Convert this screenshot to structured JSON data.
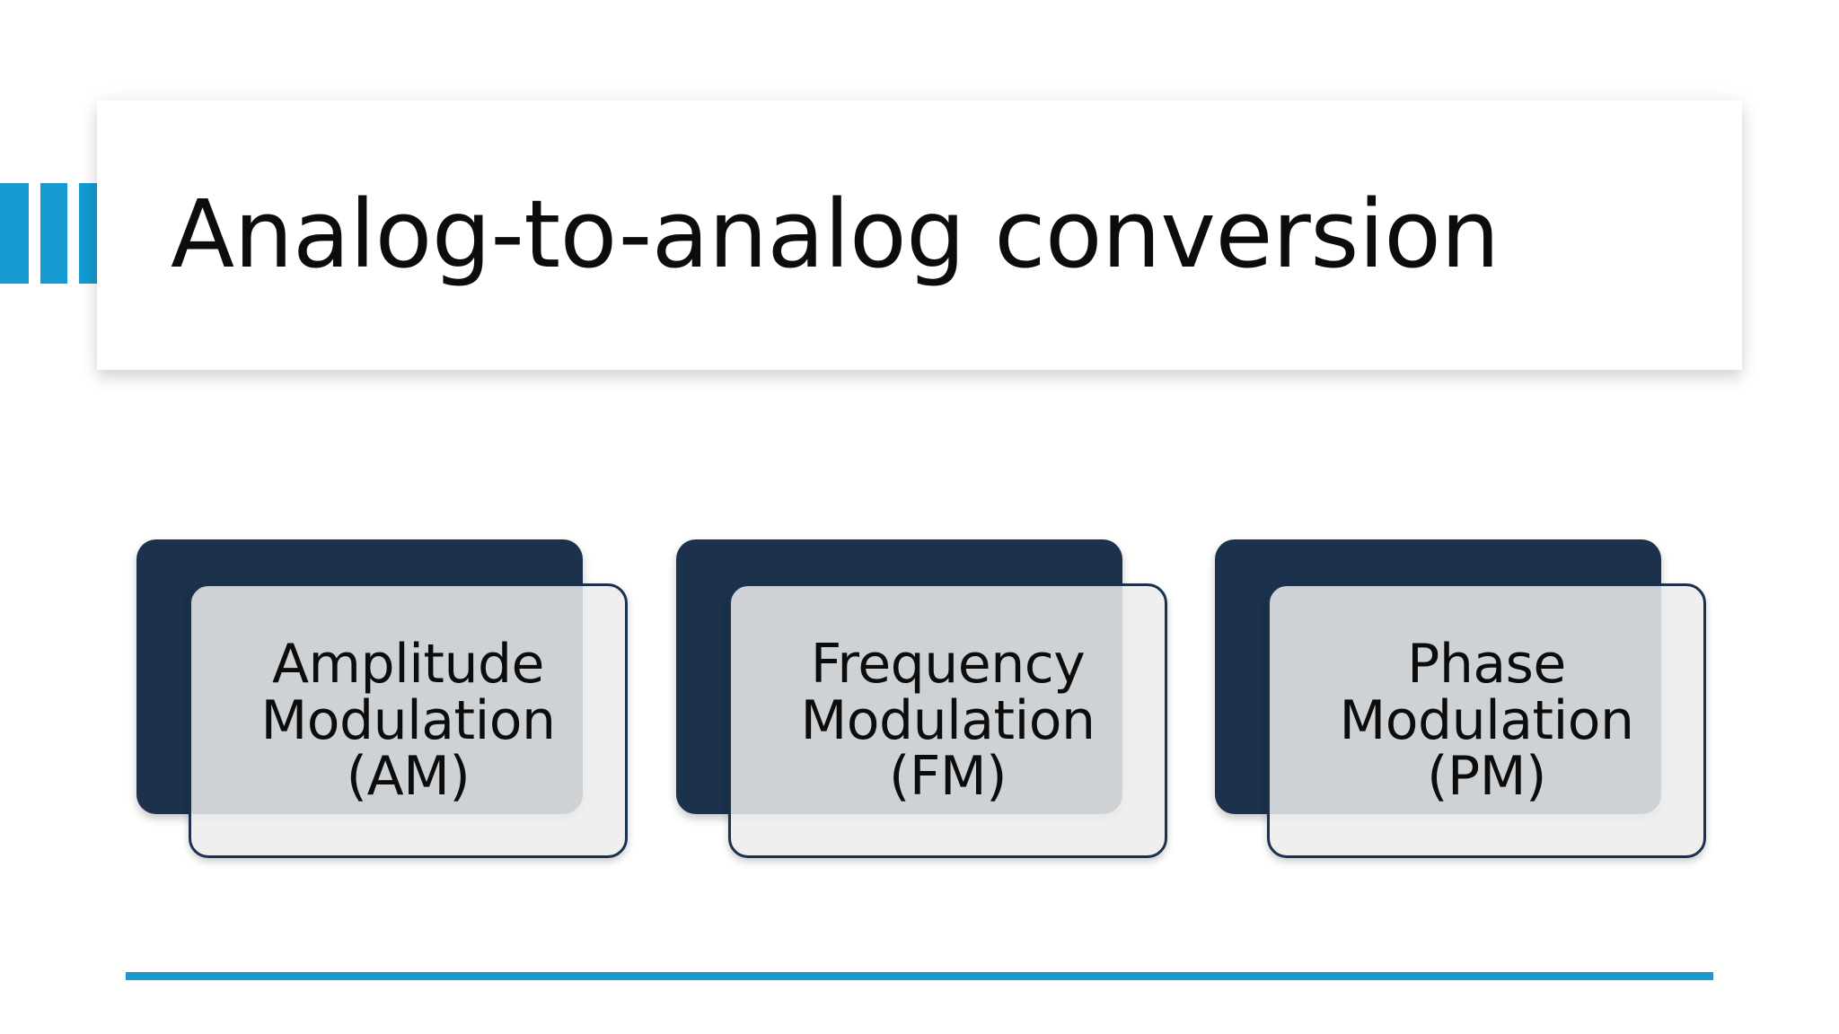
{
  "slide": {
    "title": "Analog-to-analog conversion",
    "accent_color": "#159BD2",
    "card_back_color": "#1B314C",
    "card_front_color": "#ECECEC",
    "background_color": "#FFFFFF",
    "text_color": "#0C0C0C"
  },
  "decoration": {
    "bars": [
      {
        "name": "accent-bar-1"
      },
      {
        "name": "accent-bar-2"
      },
      {
        "name": "accent-bar-3"
      }
    ],
    "bottom_rule": {
      "name": "bottom-rule"
    }
  },
  "cards": [
    {
      "label": "Amplitude\nModulation\n(AM)",
      "abbr": "AM",
      "title": "Amplitude Modulation"
    },
    {
      "label": "Frequency\nModulation\n(FM)",
      "abbr": "FM",
      "title": "Frequency Modulation"
    },
    {
      "label": "Phase\nModulation\n(PM)",
      "abbr": "PM",
      "title": "Phase Modulation"
    }
  ]
}
